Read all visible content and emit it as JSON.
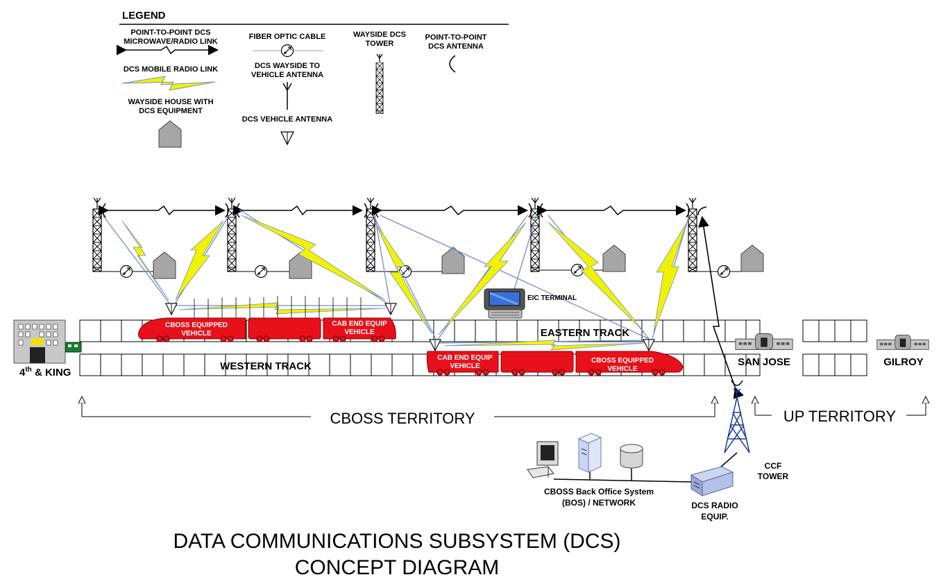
{
  "legend": {
    "heading": "LEGEND",
    "p2p_link_1": "POINT-TO-POINT DCS",
    "p2p_link_2": "MICROWAVE/RADIO  LINK",
    "mobile_link": "DCS MOBILE RADIO LINK",
    "house_1": "WAYSIDE HOUSE WITH",
    "house_2": "DCS EQUIPMENT",
    "fiber": "FIBER OPTIC CABLE",
    "wayside_ant_1": "DCS WAYSIDE TO",
    "wayside_ant_2": "VEHICLE ANTENNA",
    "vehicle_ant": "DCS VEHICLE  ANTENNA",
    "tower_1": "WAYSIDE DCS",
    "tower_2": "TOWER",
    "p2p_ant_1": "POINT-TO-POINT",
    "p2p_ant_2": "DCS ANTENNA"
  },
  "labels": {
    "cboss_vehicle_1": "CBOSS EQUIPPED",
    "cboss_vehicle_2": "VEHICLE",
    "cab_end_1": "CAB END EQUIP",
    "cab_end_2": "VEHICLE",
    "cab_end_b_1": "CAB END EQUIP",
    "cab_end_b_2": "VEHICLE",
    "cboss_vehicle_b_1": "CBOSS EQUIPPED",
    "cboss_vehicle_b_2": "VEHICLE",
    "eic_terminal": "EIC TERMINAL",
    "eastern_track": "EASTERN TRACK",
    "western_track": "WESTERN TRACK",
    "king_main": "4",
    "king_sup": "th",
    "king_rest": " & KING",
    "san_jose": "SAN JOSE",
    "gilroy": "GILROY",
    "cboss_territory": "CBOSS TERRITORY",
    "up_territory": "UP TERRITORY",
    "ccf_1": "CCF",
    "ccf_2": "TOWER",
    "bos_1": "CBOSS Back Office System",
    "bos_2": "(BOS) / NETWORK",
    "radio_1": "DCS RADIO",
    "radio_2": "EQUIP."
  },
  "title": {
    "line1": "DATA COMMUNICATIONS SUBSYSTEM (DCS)",
    "line2": "CONCEPT DIAGRAM"
  },
  "colors": {
    "train": "#e8101a",
    "house": "#a6a6a6",
    "radio_link": "#f2f200",
    "link_edge": "#6f8fc8",
    "wire": "#000000"
  }
}
